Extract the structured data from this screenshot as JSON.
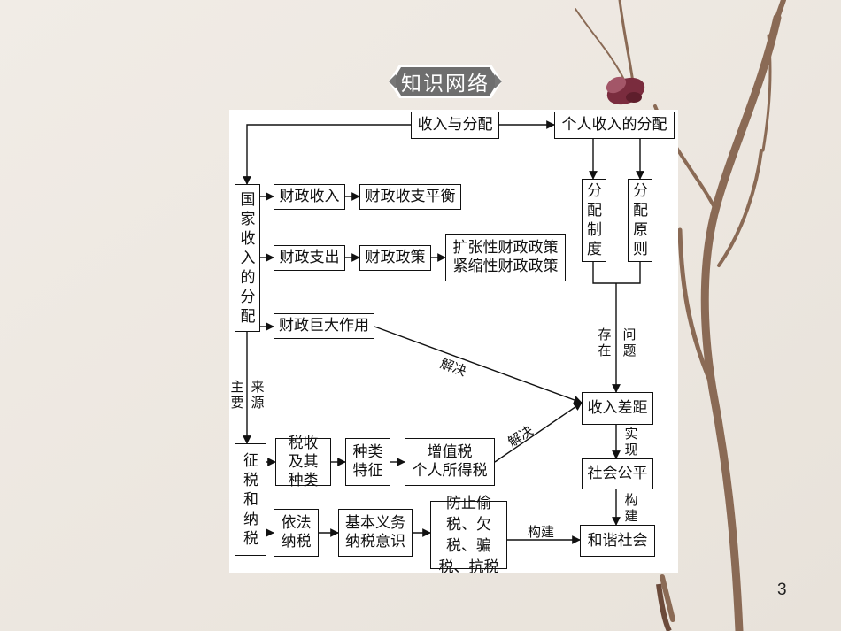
{
  "slide": {
    "badge": "知识网络",
    "page_number": "3"
  },
  "diagram": {
    "nodes": {
      "shouru_fenpei": "收入与分配",
      "geren_fenpei": "个人收入的分配",
      "fenpei_zhidu": "分配制度",
      "fenpei_yuanze": "分配原则",
      "guojia_fenpei": "国家收入的分配",
      "caizheng_shouru": "财政收入",
      "shouzhi_pingheng": "财政收支平衡",
      "caizheng_zhichu": "财政支出",
      "caizheng_zhengce": "财政政策",
      "kuozhang": "扩张性财政政策",
      "jinsuo": "紧缩性财政政策",
      "zhongda_zuoyong": "财政巨大作用",
      "shouru_chaju": "收入差距",
      "shehui_gongping": "社会公平",
      "hexie_shehui": "和谐社会",
      "zhengshui_nashui": "征税和纳税",
      "shuishou_zhonglei": "税收及其种类",
      "zhonglei_tezheng": "种类特征",
      "zengzhishui": "增值税",
      "geren_suodeshui": "个人所得税",
      "yifa_nashui": "依法纳税",
      "jiben_yiwu": "基本义务",
      "nashui_yishi": "纳税意识",
      "fangzhi": "防止偷税、欠税、骗税、抗税"
    },
    "edge_labels": {
      "zhuyao": "主要",
      "laiyuan": "来源",
      "cunzai": "存在",
      "wenti": "问题",
      "jiejue_1": "解决",
      "jiejue_2": "解决",
      "shixian": "实现",
      "goujian_1": "构建",
      "goujian_2": "构建"
    }
  }
}
